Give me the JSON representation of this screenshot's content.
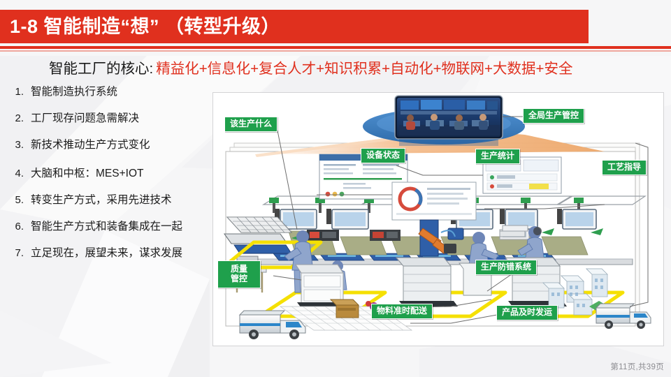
{
  "slide": {
    "title": "1-8 智能制造“想” （转型升级）",
    "subtitle": {
      "lead": "智能工厂的核心:",
      "highlight": "精益化+信息化+复合人才+知识积累+自动化+物联网+大数据+安全"
    },
    "footer": "第11页,共39页",
    "colors": {
      "title_bar": "#e0301e",
      "title_text": "#ffffff",
      "highlight_text": "#e0301e",
      "label_green": "#1fa04c",
      "background": "#f6f6f7",
      "panel": "#ffffff"
    }
  },
  "list": {
    "items": [
      {
        "num": "1.",
        "label": "智能制造执行系统"
      },
      {
        "num": "2.",
        "label": "工厂现存问题急需解决"
      },
      {
        "num": "3.",
        "label": "新技术推动生产方式变化"
      },
      {
        "num": "4.",
        "label": "大脑和中枢：MES+IOT"
      },
      {
        "num": "5.",
        "label": "转变生产方式，采用先进技术"
      },
      {
        "num": "6.",
        "label": "智能生产方式和装备集成在一起"
      },
      {
        "num": "7.",
        "label": "立足现在，展望未来，谋求发展"
      }
    ]
  },
  "diagram": {
    "labels": [
      {
        "id": "what-to-produce",
        "text": "该生产什么"
      },
      {
        "id": "global-production-ctrl",
        "text": "全局生产管控"
      },
      {
        "id": "equipment-status",
        "text": "设备状态"
      },
      {
        "id": "production-statistics",
        "text": "生产统计"
      },
      {
        "id": "process-guidance",
        "text": "工艺指导"
      },
      {
        "id": "quality-control",
        "text": "质量\n管控"
      },
      {
        "id": "error-proofing-system",
        "text": "生产防错系统"
      },
      {
        "id": "material-jit-delivery",
        "text": "物料准时配送"
      },
      {
        "id": "product-on-time-ship",
        "text": "产品及时发运"
      }
    ]
  }
}
